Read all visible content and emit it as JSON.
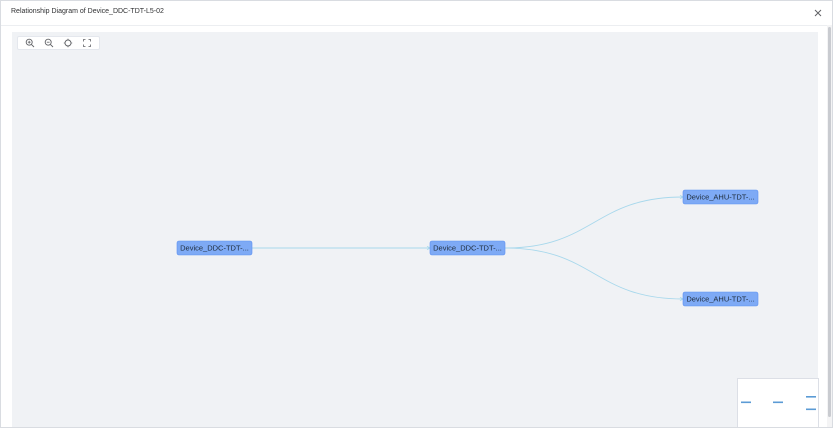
{
  "dialog": {
    "title": "Relationship Diagram of Device_DDC-TDT-L5-02"
  },
  "toolbar": {
    "tools": [
      {
        "name": "zoom-in-icon"
      },
      {
        "name": "zoom-out-icon"
      },
      {
        "name": "fit-view-icon"
      },
      {
        "name": "fullscreen-icon"
      }
    ]
  },
  "graph": {
    "nodes": [
      {
        "id": "n1",
        "label": "Device_DDC-TDT-..."
      },
      {
        "id": "n2",
        "label": "Device_DDC-TDT-..."
      },
      {
        "id": "n3",
        "label": "Device_AHU-TDT-..."
      },
      {
        "id": "n4",
        "label": "Device_AHU-TDT-..."
      }
    ],
    "edges": [
      {
        "from": "n1",
        "to": "n2"
      },
      {
        "from": "n2",
        "to": "n3"
      },
      {
        "from": "n2",
        "to": "n4"
      }
    ]
  },
  "colors": {
    "node_fill": "#7eaaf5",
    "node_border": "#5b8ff0",
    "edge": "#a8d8ec",
    "canvas_bg": "#f0f2f5",
    "minimap_node": "#5b9bd5"
  }
}
